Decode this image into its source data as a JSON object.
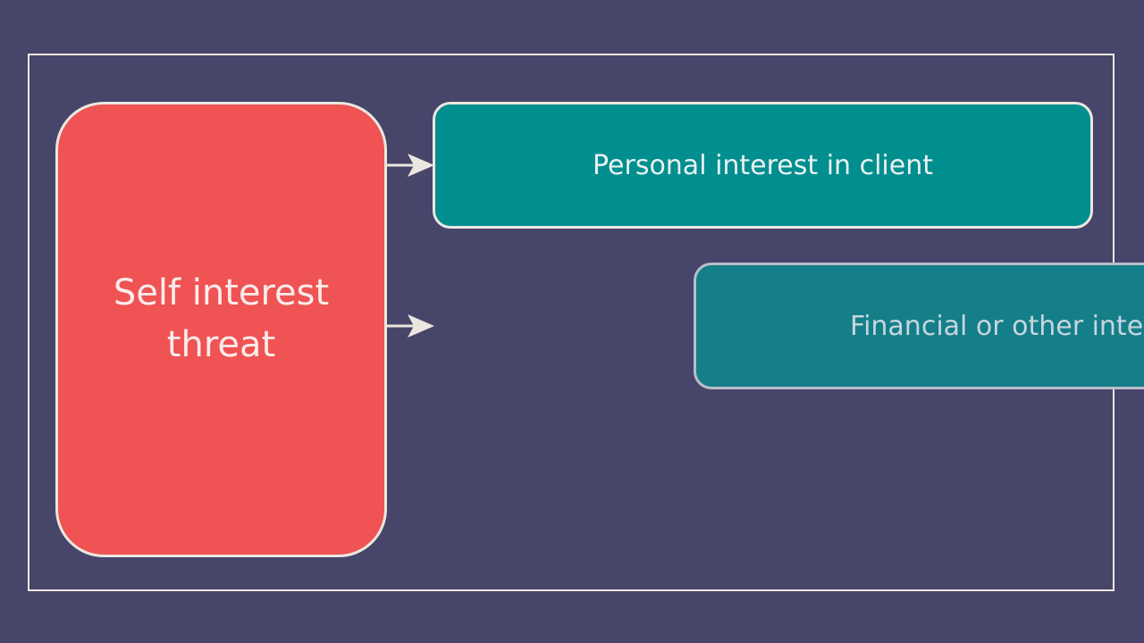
{
  "diagram": {
    "root": {
      "label": "Self interest threat"
    },
    "branches": [
      {
        "label": "Personal interest in client"
      },
      {
        "label": "Financial or other inte"
      }
    ]
  },
  "colors": {
    "background": "#48456a",
    "frame": "#ebe7e0",
    "root_fill": "#ef5353",
    "root_text": "#fbeceb",
    "branch_fill": "#008e8e",
    "branch_faded_fill": "#147e89",
    "branch_text": "#e9f1f2",
    "branch_faded_text": "#c5d6dd",
    "arrow": "#ebe7e0"
  }
}
